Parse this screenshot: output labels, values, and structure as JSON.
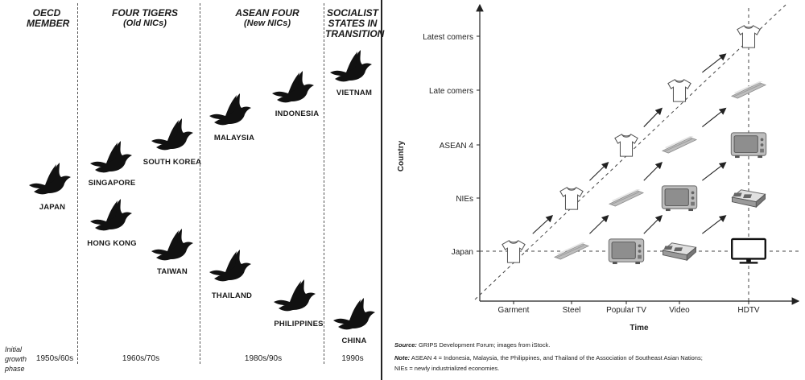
{
  "geese": {
    "columns": [
      {
        "title": "OECD MEMBER",
        "subtitle": ""
      },
      {
        "title": "FOUR TIGERS",
        "subtitle": "(Old NICs)"
      },
      {
        "title": "ASEAN FOUR",
        "subtitle": "(New NICs)"
      },
      {
        "title": "SOCIALIST STATES IN TRANSITION",
        "subtitle": ""
      }
    ],
    "countries": {
      "japan": "JAPAN",
      "singapore": "SINGAPORE",
      "hong_kong": "HONG KONG",
      "south_korea": "SOUTH KOREA",
      "taiwan": "TAIWAN",
      "malaysia": "MALAYSIA",
      "indonesia": "INDONESIA",
      "thailand": "THAILAND",
      "philippines": "PHILIPPINES",
      "vietnam": "VIETNAM",
      "china": "CHINA"
    },
    "phase_label": [
      "Initial",
      "growth",
      "phase"
    ],
    "eras": [
      "1950s/60s",
      "1960s/70s",
      "1980s/90s",
      "1990s"
    ]
  },
  "ladder": {
    "y_axis_label": "Country",
    "x_axis_label": "Time",
    "rows": [
      "Latest comers",
      "Late comers",
      "ASEAN 4",
      "NIEs",
      "Japan"
    ],
    "columns": [
      "Garment",
      "Steel",
      "Popular TV",
      "Video",
      "HDTV"
    ],
    "source_label": "Source:",
    "source_text": " GRIPS Development Forum; images from iStock.",
    "note_label": "Note:",
    "note_text_1": " ASEAN 4 = Indonesia, Malaysia, the Philippines, and Thailand of the Association of Southeast Asian Nations;",
    "note_text_2": "NIEs = newly industrialized economies.",
    "icons": [
      "tshirt-icon",
      "steel-beam-icon",
      "tv-icon",
      "video-recorder-icon",
      "flat-screen-icon"
    ]
  }
}
